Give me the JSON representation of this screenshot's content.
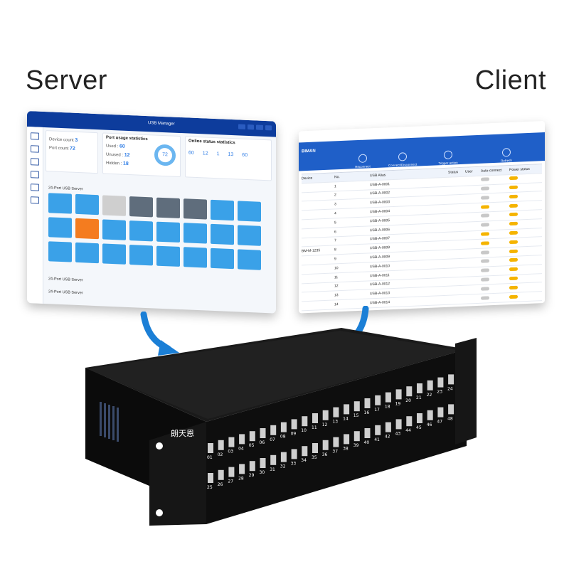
{
  "headings": {
    "server": "Server",
    "client": "Client"
  },
  "server": {
    "app_title": "USB Manager",
    "tabs": [
      "",
      "",
      "",
      ""
    ],
    "stats": {
      "device_label": "Device count",
      "device_count": "3",
      "port_label": "Port count",
      "port_count": "72",
      "usage_title": "Port usage statistics",
      "used_label": "Used",
      "used_value": "60",
      "unused_label": "Unused",
      "unused_value": "12",
      "hidden_label": "Hidden",
      "hidden_value": "18",
      "ring_value": "72",
      "online_title": "Online status statistics",
      "online_values": [
        "60",
        "12",
        "1",
        "13",
        "60"
      ]
    },
    "group1": "24-Port USB Server",
    "group2": "24-Port USB Server",
    "group3": "24-Port USB Server",
    "tile_colors": [
      "b",
      "b",
      "gr",
      "dg",
      "dg",
      "dg",
      "b",
      "b",
      "b",
      "or",
      "b",
      "b",
      "b",
      "b",
      "b",
      "b",
      "b",
      "b",
      "b",
      "b",
      "b",
      "b",
      "b",
      "b"
    ]
  },
  "client": {
    "brand": "BIMAN",
    "buttons": [
      "Reconnect",
      "Connect/Disconnect",
      "Trigger action",
      "Refresh"
    ],
    "headers": [
      "Device",
      "No.",
      "USB Alias",
      "Status",
      "User",
      "Auto-connect",
      "Power status"
    ],
    "device_name": "BM-M-1235",
    "rows": [
      {
        "no": "1",
        "alias": "USB-A-0001",
        "status": "",
        "user": "",
        "auto": false,
        "power": true
      },
      {
        "no": "2",
        "alias": "USB-A-0002",
        "status": "",
        "user": "",
        "auto": false,
        "power": true
      },
      {
        "no": "3",
        "alias": "USB-A-0003",
        "status": "",
        "user": "",
        "auto": false,
        "power": true
      },
      {
        "no": "4",
        "alias": "USB-A-0004",
        "status": "",
        "user": "",
        "auto": true,
        "power": true
      },
      {
        "no": "5",
        "alias": "USB-A-0005",
        "status": "",
        "user": "",
        "auto": false,
        "power": true
      },
      {
        "no": "6",
        "alias": "USB-A-0006",
        "status": "",
        "user": "",
        "auto": false,
        "power": true
      },
      {
        "no": "7",
        "alias": "USB-A-0007",
        "status": "",
        "user": "",
        "auto": true,
        "power": true
      },
      {
        "no": "8",
        "alias": "USB-A-0008",
        "status": "",
        "user": "",
        "auto": true,
        "power": true
      },
      {
        "no": "9",
        "alias": "USB-A-0009",
        "status": "",
        "user": "",
        "auto": false,
        "power": true
      },
      {
        "no": "10",
        "alias": "USB-A-0010",
        "status": "",
        "user": "",
        "auto": false,
        "power": true
      },
      {
        "no": "11",
        "alias": "USB-A-0011",
        "status": "",
        "user": "",
        "auto": false,
        "power": true
      },
      {
        "no": "12",
        "alias": "USB-A-0012",
        "status": "",
        "user": "",
        "auto": false,
        "power": true
      },
      {
        "no": "13",
        "alias": "USB-A-0013",
        "status": "",
        "user": "",
        "auto": false,
        "power": true
      },
      {
        "no": "14",
        "alias": "USB-A-0014",
        "status": "",
        "user": "",
        "auto": false,
        "power": true
      }
    ]
  },
  "device": {
    "logo": "朗天恩",
    "top_ports": [
      "01",
      "02",
      "03",
      "04",
      "05",
      "06",
      "07",
      "08",
      "09",
      "10",
      "11",
      "12",
      "13",
      "14",
      "15",
      "16",
      "17",
      "18",
      "19",
      "20",
      "21",
      "22",
      "23",
      "24"
    ],
    "bottom_ports": [
      "25",
      "26",
      "27",
      "28",
      "29",
      "30",
      "31",
      "32",
      "33",
      "34",
      "35",
      "36",
      "37",
      "38",
      "39",
      "40",
      "41",
      "42",
      "43",
      "44",
      "45",
      "46",
      "47",
      "48"
    ]
  },
  "colors": {
    "accent": "#1f5fc8",
    "nav": "#0d3c9c",
    "arrow": "#1b7fd6",
    "chassis": "#111111"
  }
}
